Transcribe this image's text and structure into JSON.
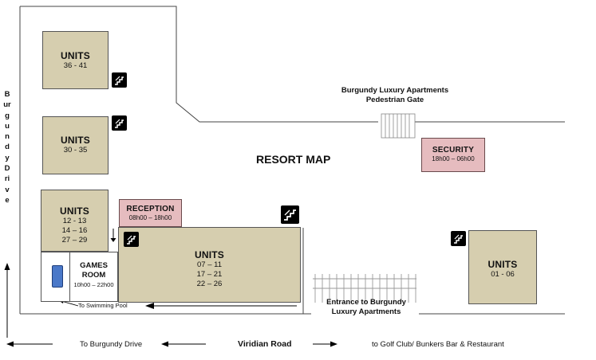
{
  "map": {
    "title": "RESORT MAP",
    "units": [
      {
        "id": "a",
        "name": "UNITS",
        "numbers": "36 - 41"
      },
      {
        "id": "b",
        "name": "UNITS",
        "numbers": "30 - 35"
      },
      {
        "id": "c",
        "name": "UNITS",
        "numbers": "12 - 13\n14 – 16\n27 – 29"
      },
      {
        "id": "d",
        "name": "UNITS",
        "numbers": "07 – 11\n17 – 21\n22 – 26"
      },
      {
        "id": "e",
        "name": "UNITS",
        "numbers": "01 - 06"
      }
    ],
    "reception": {
      "name": "RECEPTION",
      "hours": "08h00 – 18h00"
    },
    "security": {
      "name": "SECURITY",
      "hours": "18h00 – 06h00"
    },
    "games_room": {
      "name": "GAMES\nROOM",
      "hours": "10h00 – 22h00"
    },
    "pedestrian_gate": "Burgundy Luxury Apartments\nPedestrian Gate",
    "entrance": "Entrance to Burgundy\nLuxury Apartments",
    "swimming_pool": "To Swimming Pool",
    "side_street": "Burgundy Drive",
    "road": {
      "name": "Viridian Road",
      "left": "To Burgundy Drive",
      "right": "to Golf Club/ Bunkers Bar & Restaurant"
    },
    "colors": {
      "units": "#d6ceaf",
      "reception": "#e6bcbf",
      "security": "#e6bcbf",
      "pool": "#4a78c8",
      "stairs": "#000000"
    },
    "icons": [
      "stairs-icon",
      "gate-icon",
      "fence-icon",
      "arrow-icon"
    ]
  }
}
